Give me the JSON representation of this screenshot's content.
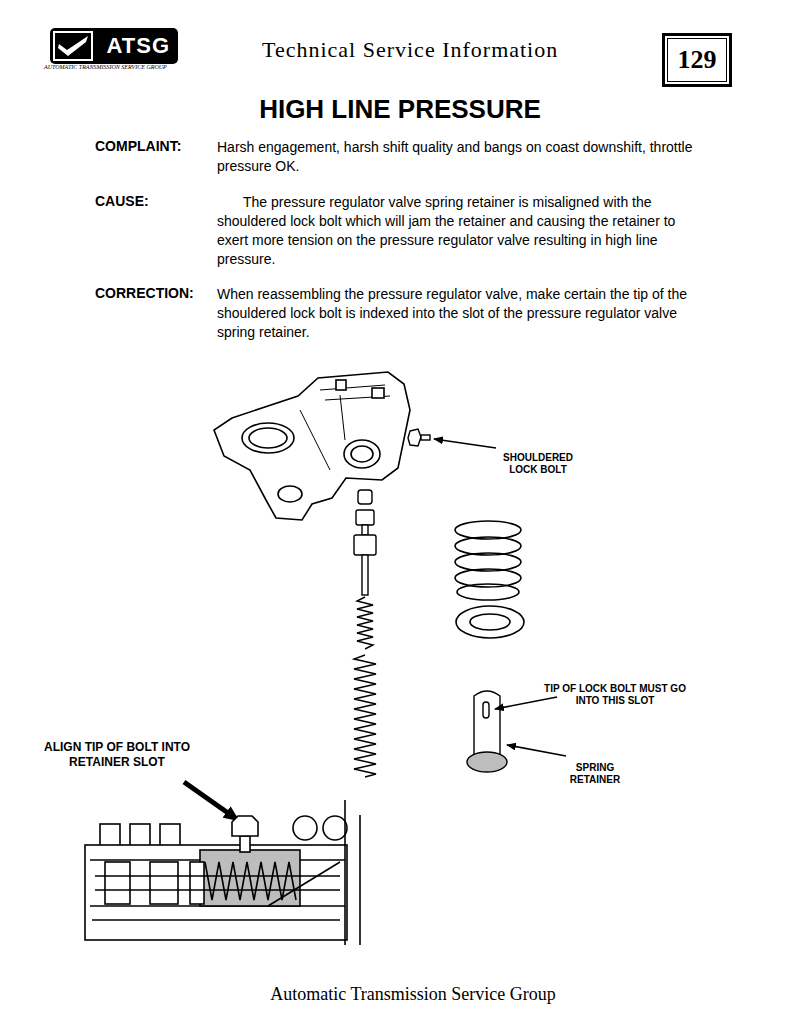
{
  "diagram": {
    "title": "HIGH LINE PRESSURE",
    "nodes": [
      {
        "text": [
          "ATSG"
        ]
      },
      {
        "text": [
          "129"
        ]
      }
    ],
    "labels": [
      "Technical Service Information",
      "AUTOMATIC TRANSMISSION SERVICE GROUP",
      "COMPLAINT:",
      "Harsh engagement, harsh shift quality and bangs on coast downshift, throttle pressure OK.",
      "CAUSE:",
      "The pressure regulator valve spring retainer is misaligned with the shouldered lock bolt which will jam the retainer and causing the retainer to exert more tension on the pressure regulator valve resulting in high line pressure.",
      "CORRECTION:",
      "When reassembling the pressure regulator valve, make certain the tip of the shouldered lock bolt is indexed into the slot of the pressure regulator valve spring retainer.",
      "SHOULDERED LOCK BOLT",
      "TIP OF LOCK BOLT MUST GO INTO THIS SLOT",
      "SPRING RETAINER",
      "ALIGN TIP OF BOLT INTO RETAINER SLOT",
      "Automatic Transmission Service Group"
    ]
  }
}
